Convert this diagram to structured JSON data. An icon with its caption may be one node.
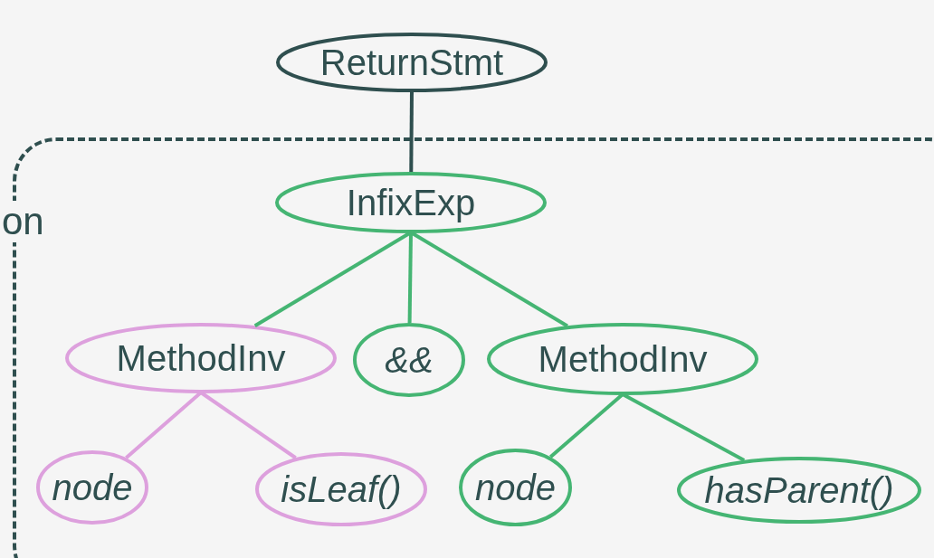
{
  "diagram": {
    "nodes": [
      {
        "text": [
          "ReturnStmt"
        ]
      },
      {
        "text": [],
        "shape": "box"
      },
      {
        "text": [
          "InfixExp"
        ],
        "in": 1
      },
      {
        "text": [
          "MethodInv"
        ],
        "in": 1
      },
      {
        "text": [
          "&&"
        ],
        "in": 1
      },
      {
        "text": [
          "MethodInv"
        ],
        "in": 1
      },
      {
        "text": [
          "node"
        ],
        "in": 1
      },
      {
        "text": [
          "isLeaf()"
        ],
        "in": 1
      },
      {
        "text": [
          "node"
        ],
        "in": 1
      },
      {
        "text": [
          "hasParent()"
        ],
        "in": 1
      }
    ],
    "edges": [
      {
        "from": 0,
        "to": 2,
        "arrow": "none",
        "color": "#2f4f4f"
      },
      {
        "from": 2,
        "to": 3,
        "arrow": "none"
      },
      {
        "from": 2,
        "to": 4,
        "arrow": "none"
      },
      {
        "from": 2,
        "to": 5,
        "arrow": "none"
      },
      {
        "from": 3,
        "to": 6,
        "arrow": "none",
        "color": "#dda0dd"
      },
      {
        "from": 3,
        "to": 7,
        "arrow": "none",
        "color": "#dda0dd"
      },
      {
        "from": 5,
        "to": 8,
        "arrow": "none"
      },
      {
        "from": 5,
        "to": 9,
        "arrow": "none"
      }
    ],
    "labels": [
      "on"
    ]
  }
}
